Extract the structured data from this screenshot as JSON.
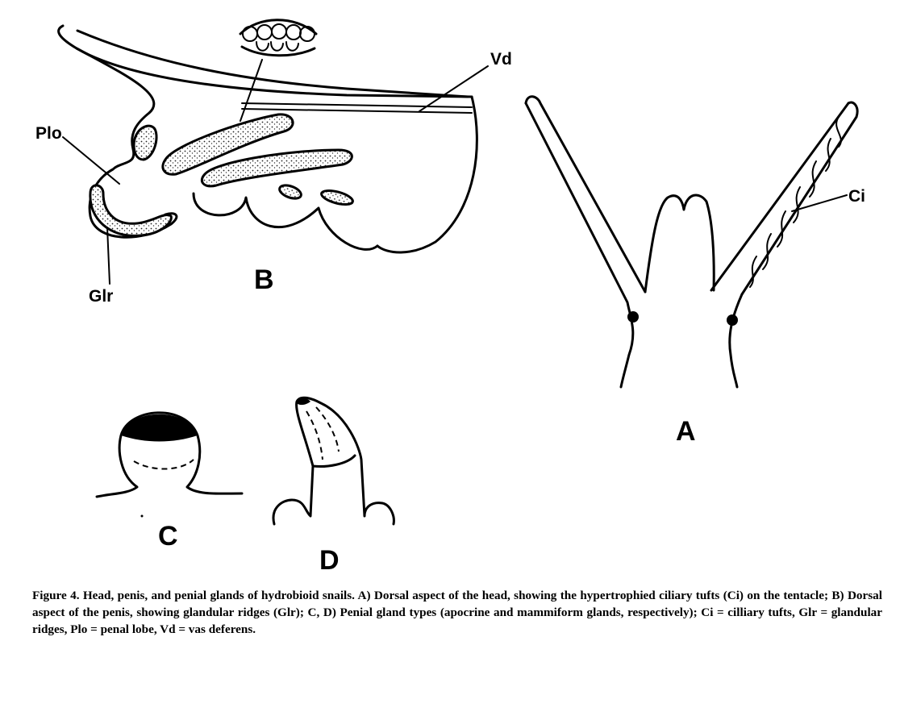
{
  "panels": {
    "a": "A",
    "b": "B",
    "c": "C",
    "d": "D"
  },
  "labels": {
    "vd": "Vd",
    "plo": "Plo",
    "glr": "Glr",
    "ci": "Ci"
  },
  "caption": "Figure 4.  Head, penis, and penial glands of hydrobioid snails.  A) Dorsal aspect of the head, showing the hypertrophied ciliary tufts (Ci) on the tentacle; B) Dorsal aspect of the penis, showing glandular ridges (Glr); C, D) Penial gland types (apocrine and mammiform glands, respectively); Ci = cilliary tufts, Glr = glandular ridges, Plo = penal lobe, Vd = vas deferens."
}
